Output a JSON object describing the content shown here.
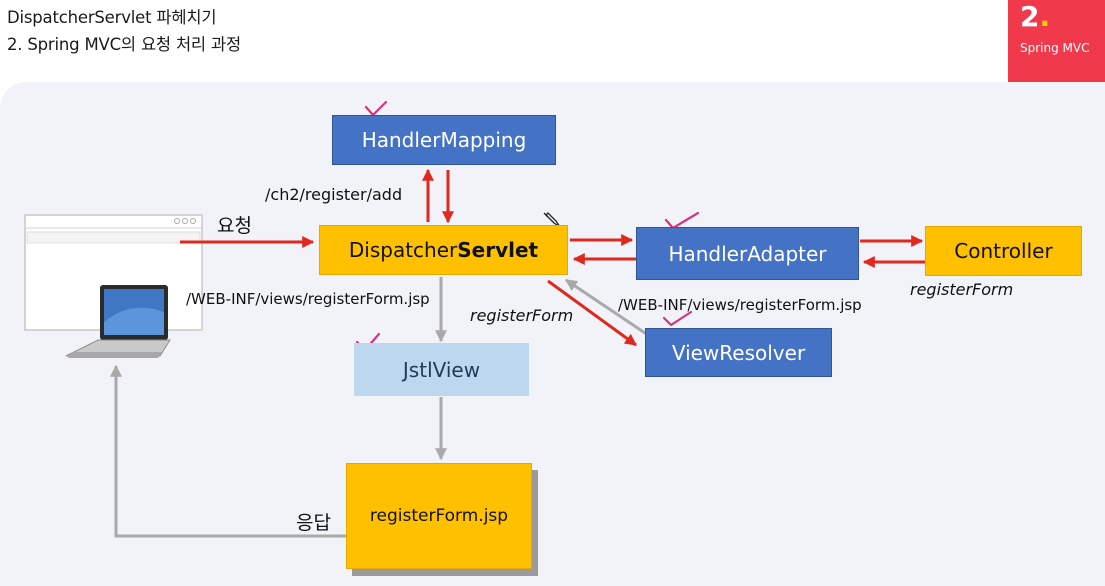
{
  "header": {
    "line1": "DispatcherServlet 파헤치기",
    "line2": "2. Spring MVC의 요청 처리 과정"
  },
  "badge": {
    "number": "2",
    "label": "Spring MVC"
  },
  "diagram": {
    "handler_mapping": "HandlerMapping",
    "dispatcher_prefix": "Dispatcher",
    "dispatcher_bold": "Servlet",
    "handler_adapter": "HandlerAdapter",
    "controller": "Controller",
    "view_resolver": "ViewResolver",
    "jstl_view": "JstlView",
    "register_form_jsp": "registerForm.jsp",
    "label_request": "요청",
    "label_response": "응답",
    "label_url": "/ch2/register/add",
    "label_view_path_left": "/WEB-INF/views/registerForm.jsp",
    "label_view_path_right": "/WEB-INF/views/registerForm.jsp",
    "label_view_name_controller": "registerForm",
    "label_view_name_resolver": "registerForm"
  },
  "colors": {
    "blue_box": "#4472c4",
    "gold_box": "#ffc000",
    "light_box": "#bdd7ee",
    "red_arrow": "#e0291e",
    "gray_arrow": "#a9a9a9",
    "badge": "#f0394b",
    "check_mark": "#d6337b"
  },
  "icons": [
    "browser-window-icon",
    "laptop-icon",
    "pencil-cursor-icon",
    "check-mark-icon"
  ]
}
